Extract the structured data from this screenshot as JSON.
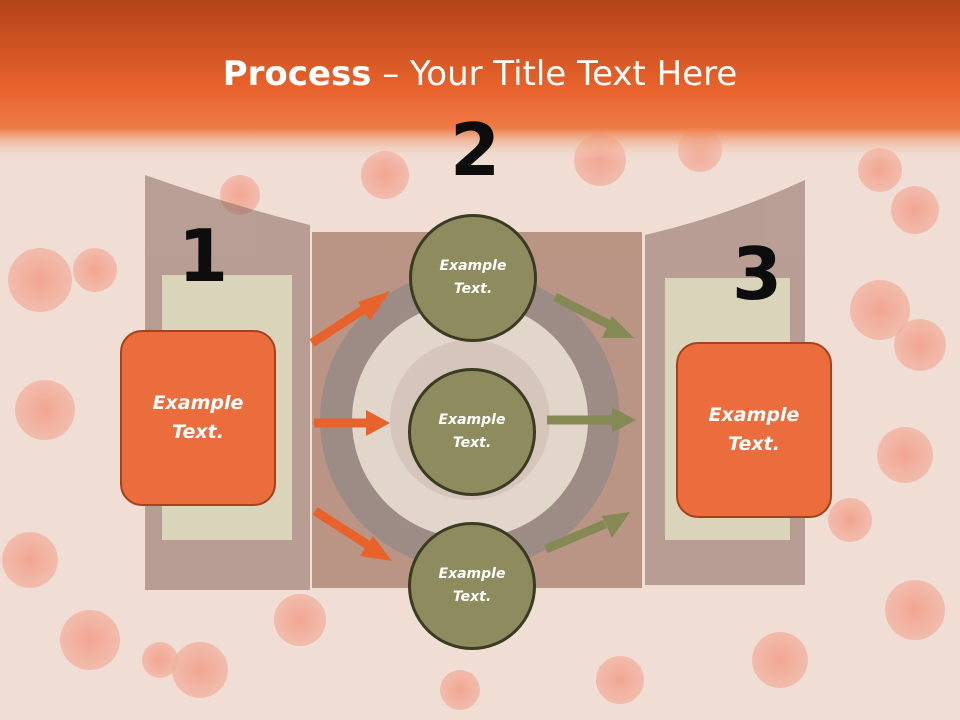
{
  "slide": {
    "title_bold": "Process",
    "title_rest": " – Your Title Text Here"
  },
  "steps": [
    {
      "number": "1",
      "line1": "Example",
      "line2": "Text."
    },
    {
      "number": "2"
    },
    {
      "number": "3",
      "line1": "Example",
      "line2": "Text."
    }
  ],
  "circles": [
    {
      "line1": "Example",
      "line2": "Text."
    },
    {
      "line1": "Example",
      "line2": "Text."
    },
    {
      "line1": "Example",
      "line2": "Text."
    }
  ],
  "colors": {
    "header": "#e8622c",
    "box_fill": "#eb6c3c",
    "circle_fill": "#8e8c5e",
    "arrow_left": "#e8622c",
    "arrow_right": "#858a55"
  }
}
